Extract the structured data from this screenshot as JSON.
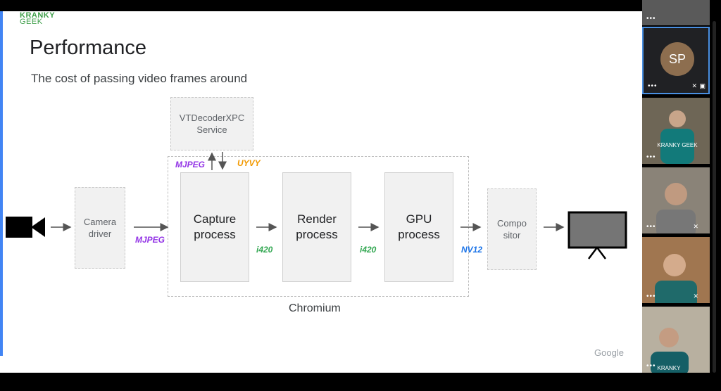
{
  "slide": {
    "logo_line1": "KRANKY",
    "logo_line2": "GEEK",
    "title": "Performance",
    "subtitle": "The cost of passing video frames around",
    "footer_brand": "Google"
  },
  "diagram": {
    "vtdecoder": "VTDecoderXPC Service",
    "camera_driver_1": "Camera",
    "camera_driver_2": "driver",
    "capture_1": "Capture",
    "capture_2": "process",
    "render_1": "Render",
    "render_2": "process",
    "gpu_1": "GPU",
    "gpu_2": "process",
    "compositor_1": "Compo",
    "compositor_2": "sitor",
    "group_label": "Chromium",
    "fmt_mjpeg_in": "MJPEG",
    "fmt_mjpeg_top": "MJPEG",
    "fmt_uyvy": "UYVY",
    "fmt_i420_a": "i420",
    "fmt_i420_b": "i420",
    "fmt_nv12": "NV12"
  },
  "participants": [
    {
      "initials": "SP",
      "active": true
    },
    {
      "shirt_text": "KRANKY GEEK"
    },
    {
      "shirt_text": "KRANKY"
    }
  ],
  "colors": {
    "accent": "#4285f4",
    "mjpeg": "#9334e6",
    "uyvy": "#f29900",
    "i420": "#34a853",
    "nv12": "#1a73e8"
  }
}
